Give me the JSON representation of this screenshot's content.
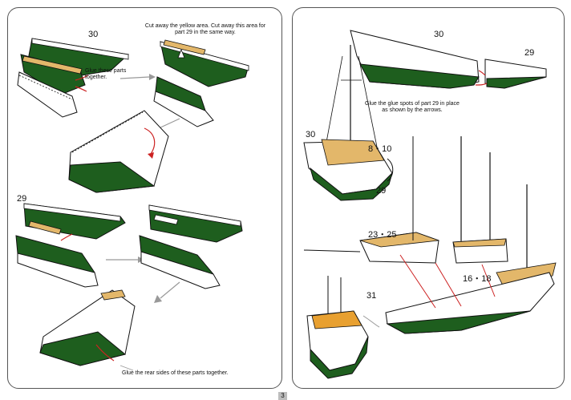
{
  "left": {
    "step1_part": "30",
    "step1_note": "Cut away the yellow area. Cut away this area for part 29 in the same way.",
    "glue_note": "Glue these parts together.",
    "step2_part": "29",
    "rear_note": "Glue the rear sides of these parts together."
  },
  "right": {
    "top_part_a": "30",
    "top_part_b": "29",
    "glue_spots_note": "Glue the glue spots of part 29 in place as shown by the arrows.",
    "ship_part_30": "30",
    "ship_part_29": "29",
    "deck_parts_8_10": "8・10",
    "deck_parts_23_25": "23・25",
    "deck_parts_16_18": "16・18",
    "part_31": "31"
  },
  "page_number": "3",
  "colors": {
    "hull_green": "#1e5e1e",
    "hull_white": "#ffffff",
    "deck_tan": "#e3b76a",
    "deck_orange": "#e8a030",
    "guide_arrow": "#cc2222",
    "flow_arrow": "#999999",
    "border": "#555555"
  }
}
